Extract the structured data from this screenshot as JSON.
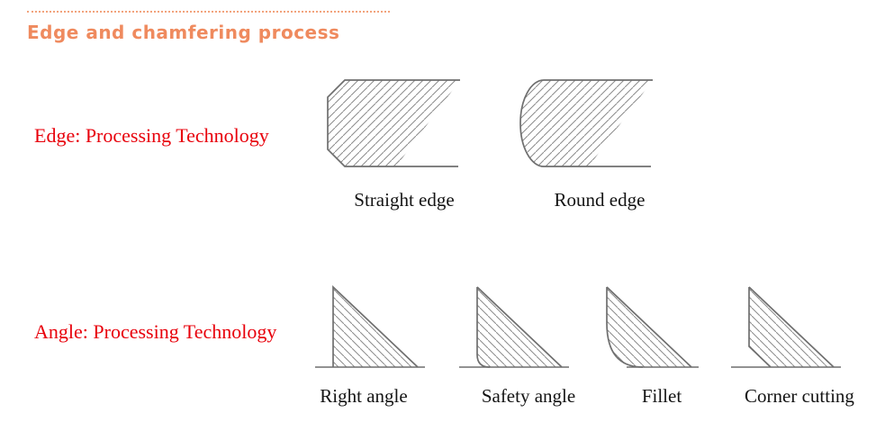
{
  "header": {
    "title": "Edge and chamfering process"
  },
  "sections": [
    {
      "heading": "Edge: Processing Technology",
      "items": [
        {
          "label": "Straight edge",
          "shape": "straight-edge"
        },
        {
          "label": "Round edge",
          "shape": "round-edge"
        }
      ]
    },
    {
      "heading": "Angle: Processing Technology",
      "items": [
        {
          "label": "Right angle",
          "shape": "right-angle"
        },
        {
          "label": "Safety angle",
          "shape": "safety-angle"
        },
        {
          "label": "Fillet",
          "shape": "fillet"
        },
        {
          "label": "Corner cutting",
          "shape": "corner-cutting"
        }
      ]
    }
  ],
  "colors": {
    "title-orange": "#ef8a5e",
    "dotted-line": "#f2a37d",
    "heading-red": "#e8000b",
    "outline-gray": "#6f6f6f",
    "hatch-gray": "#8b8b8b",
    "label-black": "#141414"
  }
}
